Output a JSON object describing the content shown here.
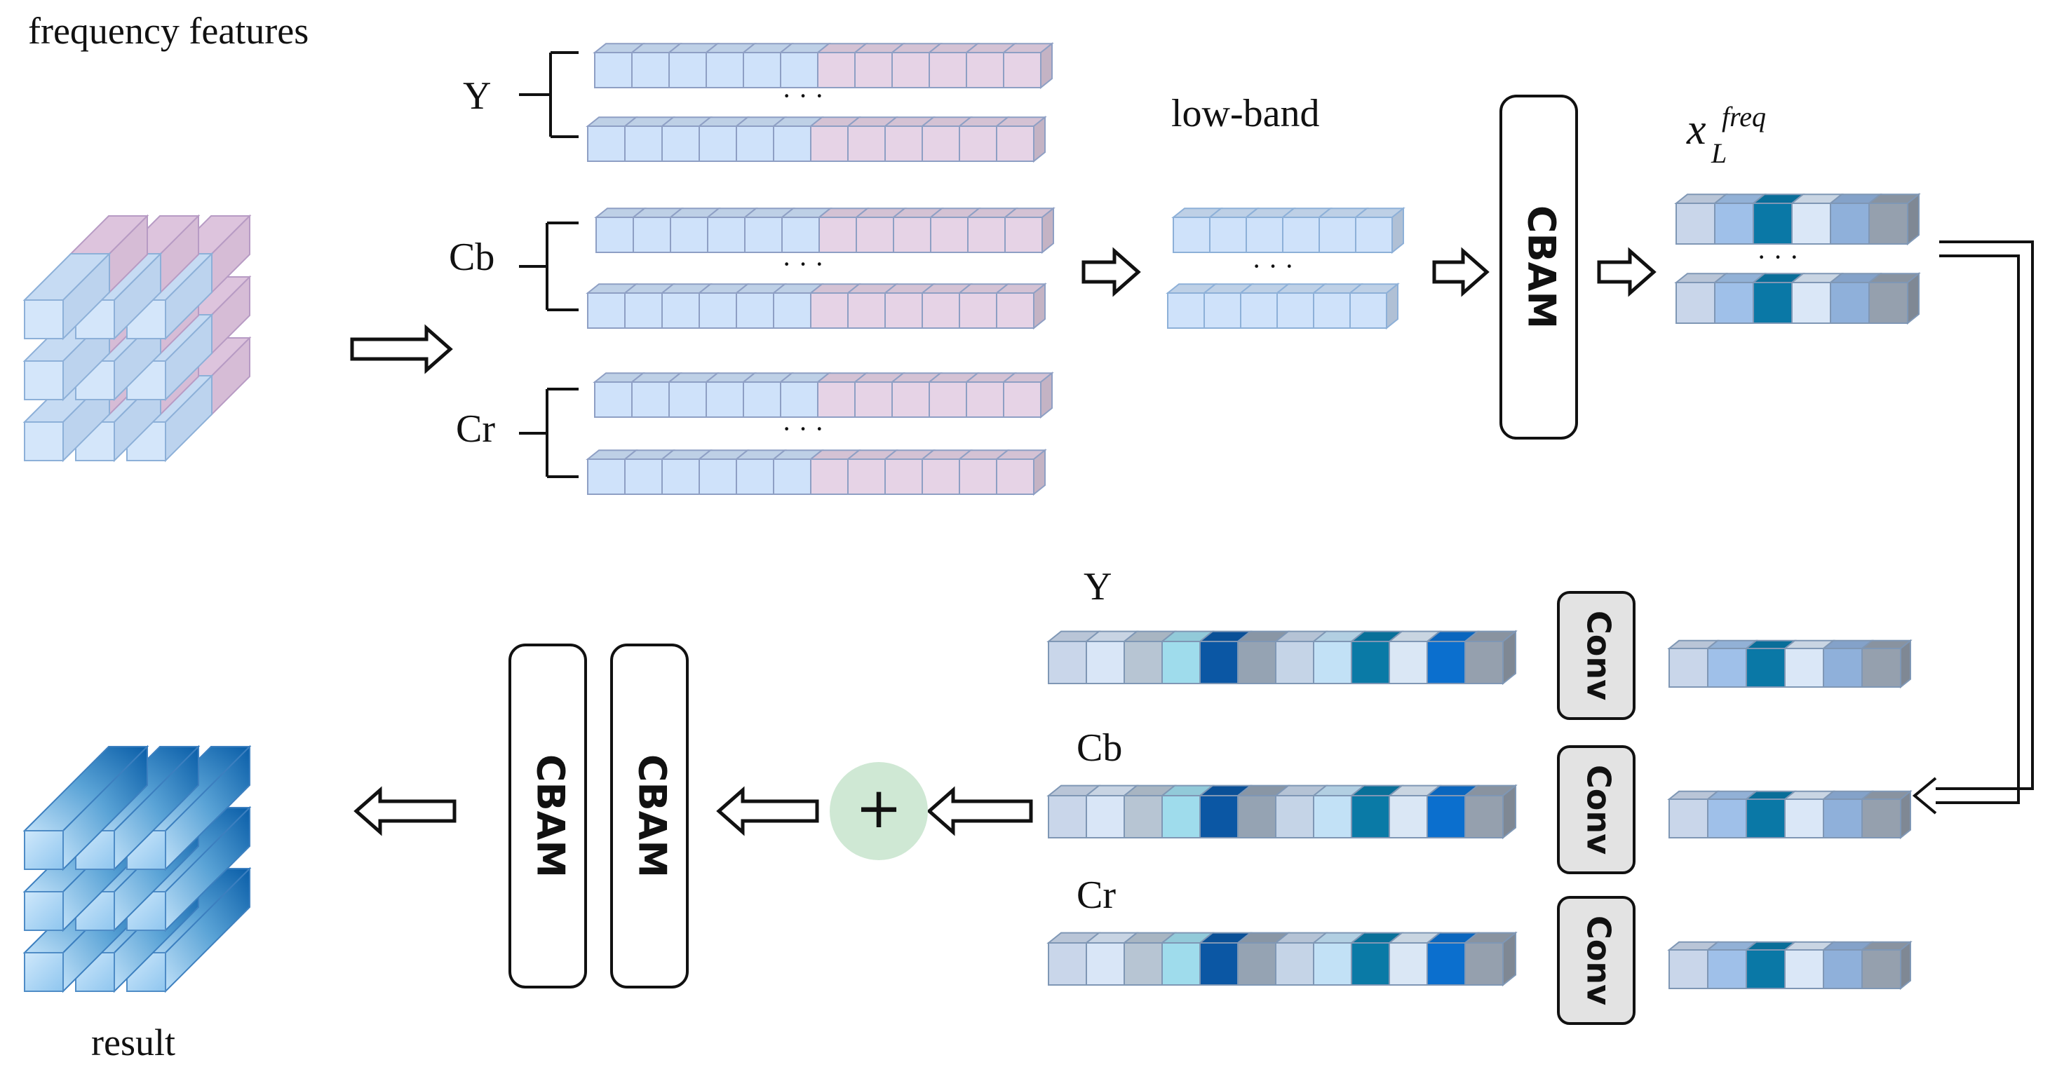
{
  "labels": {
    "frequency_features": "frequency features",
    "result": "result",
    "low_band": "low-band",
    "x_main": "x",
    "x_sup": "freq",
    "x_sub": "L",
    "ellipsis": "· · ·",
    "plus": "+"
  },
  "channels": {
    "top": [
      "Y",
      "Cb",
      "Cr"
    ],
    "bottom": [
      "Y",
      "Cb",
      "Cr"
    ]
  },
  "blocks": {
    "cbam_top": "CBAM",
    "cbam_left_1": "CBAM",
    "cbam_left_2": "CBAM",
    "conv_1": "Conv",
    "conv_2": "Conv",
    "conv_3": "Conv"
  },
  "colors": {
    "blue_light": "#cfe2fa",
    "blue_edge": "#8db0d8",
    "pink_light": "#e6d3e6",
    "pink_edge": "#b79bc4",
    "plus_circle": "#cfe8d4",
    "mix_row": [
      "#c9d6ea",
      "#d9e6f7",
      "#b7c5d3",
      "#9fdcec",
      "#0b57a4",
      "#95a3b3",
      "#c5d4e7",
      "#c2e1f6",
      "#0a7aa6",
      "#dae7f5",
      "#0b6fce",
      "#95a0ae"
    ],
    "small_row": [
      "#c9d6ea",
      "#9fc0e9",
      "#0a78a6",
      "#dae7f7",
      "#8fb0da",
      "#95a0ae"
    ]
  }
}
